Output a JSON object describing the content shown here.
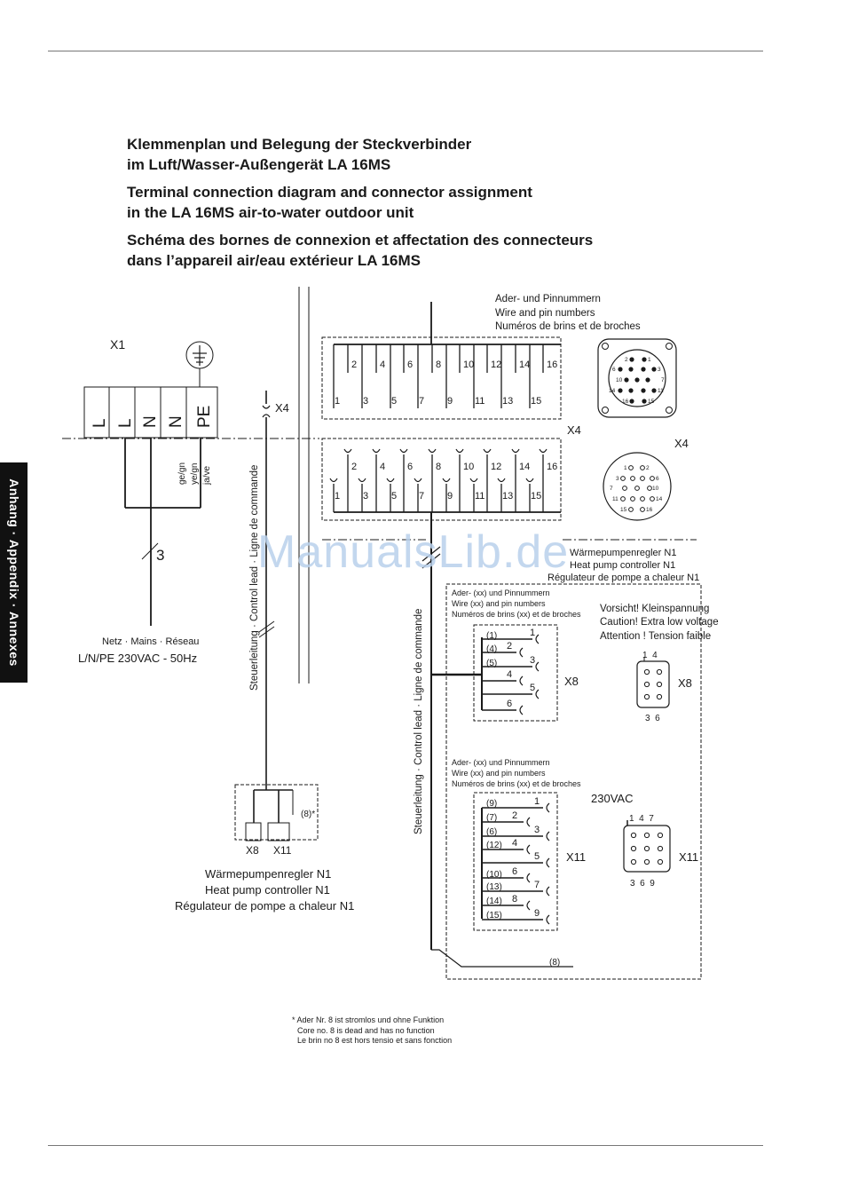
{
  "titles": {
    "de": "Klemmenplan und Belegung der Steckverbinder\nim Luft/Wasser-Außengerät LA 16MS",
    "en": "Terminal connection diagram and connector assignment\nin the LA 16MS air-to-water outdoor unit",
    "fr": "Schéma des bornes de connexion et affectation des connecteurs\ndans l’appareil air/eau extérieur LA 16MS"
  },
  "side_tab": "Anhang · Appendix · Annexes",
  "watermark": "ManualsLib.de",
  "x1": {
    "label": "X1",
    "terminals": [
      "L",
      "L",
      "N",
      "N",
      "PE"
    ],
    "wire_colors": [
      "ge/gn",
      "ye/gn",
      "ja/ve"
    ],
    "wire_count": "3",
    "mains_label": "Netz · Mains · Réseau",
    "mains_spec": "L/N/PE 230VAC - 50Hz"
  },
  "control_lead": "Steuerleitung · Control lead · Ligne de commande",
  "x4": {
    "label": "X4",
    "wire_pin_header": [
      "Ader- und Pinnummern",
      "Wire and pin numbers",
      "Numéros de brins et de broches"
    ],
    "even_pins": [
      "2",
      "4",
      "6",
      "8",
      "10",
      "12",
      "14",
      "16"
    ],
    "odd_pins": [
      "1",
      "3",
      "5",
      "7",
      "9",
      "11",
      "13",
      "15"
    ],
    "socket_top_pins": [
      "2",
      "1",
      "6",
      "3",
      "10",
      "7",
      "14",
      "11",
      "16",
      "15"
    ],
    "socket_bottom_pins": [
      "1",
      "2",
      "3",
      "6",
      "7",
      "10",
      "11",
      "14",
      "15",
      "16"
    ]
  },
  "n1": {
    "name": [
      "Wärmepumpenregler N1",
      "Heat pump controller N1",
      "Régulateur de pompe a chaleur N1"
    ],
    "x8_label": "X8",
    "x11_label": "X11",
    "note_ref": "(8)*"
  },
  "wire_pin_xx_header": [
    "Ader- (xx) und Pinnummern",
    "Wire (xx) and pin numbers",
    "Numéros de brins (xx) et de broches"
  ],
  "caution": [
    "Vorsicht! Kleinspannung",
    "Caution! Extra low voltage",
    "Attention ! Tension faible"
  ],
  "x8": {
    "label": "X8",
    "wires": [
      "(1)",
      "(4)",
      "(5)"
    ],
    "pins": [
      "1",
      "2",
      "3",
      "4",
      "5",
      "6"
    ],
    "socket_top": "1  4",
    "socket_bottom": "3  6"
  },
  "x11": {
    "label": "X11",
    "voltage": "230VAC",
    "wires": [
      "(9)",
      "(7)",
      "(6)",
      "(12)",
      "(10)",
      "(13)",
      "(14)",
      "(15)"
    ],
    "pins": [
      "1",
      "2",
      "3",
      "4",
      "5",
      "6",
      "7",
      "8",
      "9"
    ],
    "socket_top": "1  4  7",
    "socket_bottom": "3  6  9",
    "tail_wire": "(8)"
  },
  "footnote": [
    "* Ader Nr. 8 ist stromlos und ohne Funktion",
    "Core no. 8 is dead and has no function",
    "Le brin no 8 est hors tensio et sans fonction"
  ]
}
